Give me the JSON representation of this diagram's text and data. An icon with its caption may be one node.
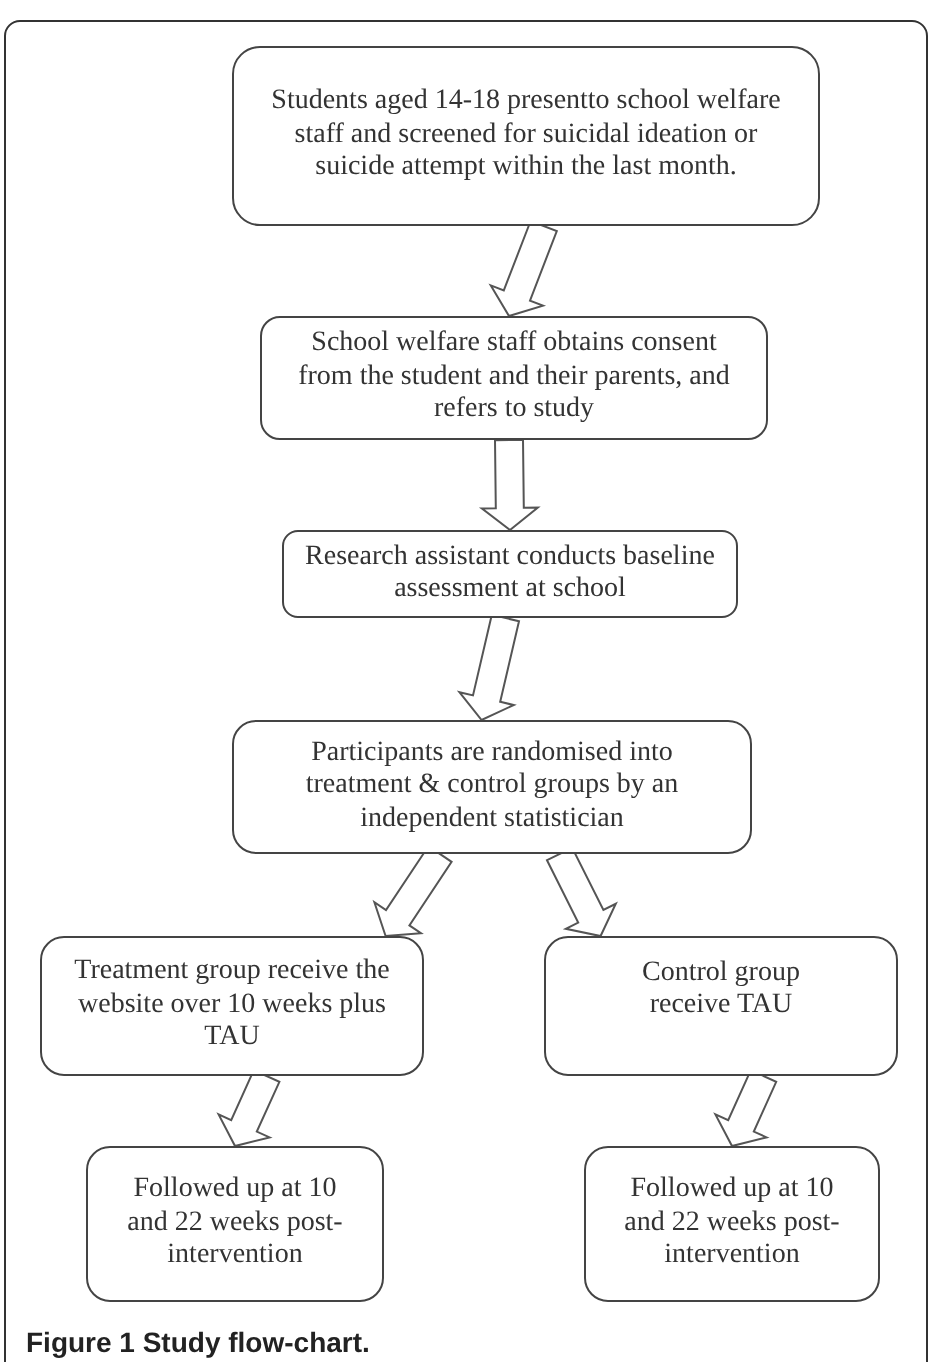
{
  "diagram": {
    "caption": "Figure 1 Study flow-chart.",
    "nodes": [
      {
        "text": [
          "Students aged 14-18 presentto school welfare staff and screened for suicidal ideation or suicide attempt within the last month."
        ]
      },
      {
        "text": [
          "School welfare staff obtains consent from the student and their parents, and refers to study"
        ]
      },
      {
        "text": [
          "Research assistant conducts baseline assessment at school"
        ]
      },
      {
        "text": [
          "Participants are randomised into treatment & control groups by an independent statistician"
        ]
      },
      {
        "text": [
          "Treatment group receive the website over 10 weeks plus TAU"
        ]
      },
      {
        "text": [
          "Control group receive TAU"
        ]
      },
      {
        "text": [
          "Followed up at 10 and 22 weeks post-intervention"
        ]
      },
      {
        "text": [
          "Followed up at 10 and 22 weeks post-intervention"
        ]
      }
    ],
    "edges": [
      {
        "from": 0,
        "to": 1,
        "arrow": "to"
      },
      {
        "from": 1,
        "to": 2,
        "arrow": "to"
      },
      {
        "from": 2,
        "to": 3,
        "arrow": "to"
      },
      {
        "from": 3,
        "to": 4,
        "arrow": "to"
      },
      {
        "from": 3,
        "to": 5,
        "arrow": "to"
      },
      {
        "from": 4,
        "to": 6,
        "arrow": "to"
      },
      {
        "from": 5,
        "to": 7,
        "arrow": "to"
      }
    ]
  }
}
